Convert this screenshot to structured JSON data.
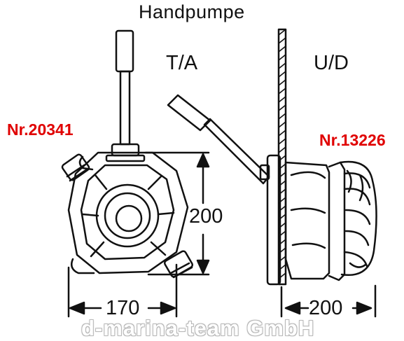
{
  "title": "Handpumpe",
  "variants": {
    "left": "T/A",
    "right": "U/D"
  },
  "part_numbers": {
    "left": "Nr.20341",
    "right": "Nr.13226"
  },
  "dimensions": {
    "width_left": "170",
    "height_left": "200",
    "width_right": "200"
  },
  "watermark": "d-marina-team GmbH",
  "colors": {
    "part_number": "#e00000",
    "line": "#111111",
    "background": "#ffffff"
  }
}
